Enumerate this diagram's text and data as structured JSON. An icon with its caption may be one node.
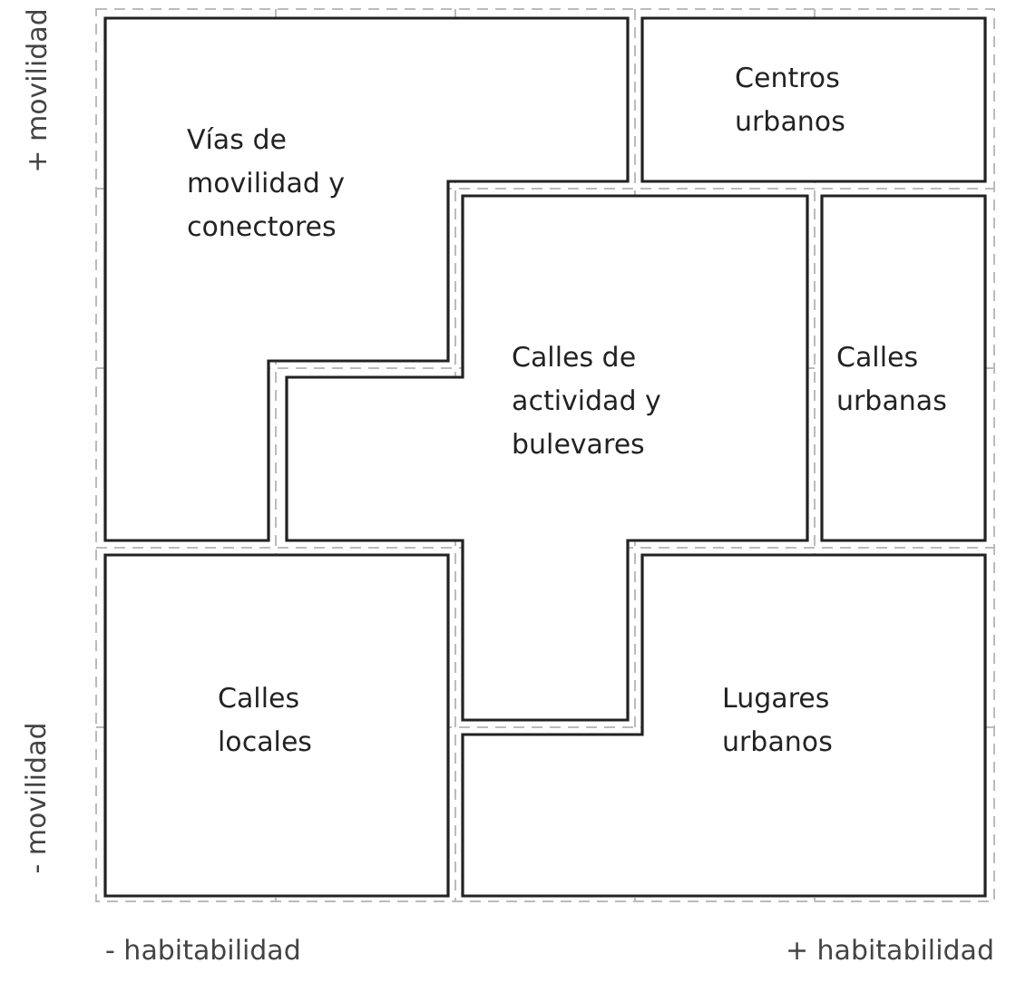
{
  "diagram": {
    "nodes": [
      {
        "text": [
          "Vías de movilidad y conectores"
        ]
      },
      {
        "text": [
          "Centros urbanos"
        ]
      },
      {
        "text": [
          "Calles de actividad y bulevares"
        ]
      },
      {
        "text": [
          "Calles urbanas"
        ]
      },
      {
        "text": [
          "Calles locales"
        ]
      },
      {
        "text": [
          "Lugares urbanos"
        ]
      }
    ],
    "labels": [
      "+ movilidad",
      "- movilidad",
      "- habitabilidad",
      "+ habitabilidad"
    ]
  }
}
